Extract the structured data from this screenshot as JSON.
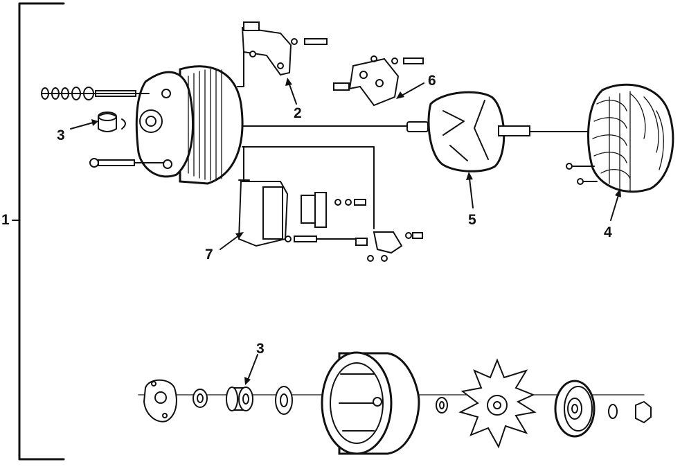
{
  "diagram": {
    "callouts": {
      "assembly": "1",
      "brush_holder_bracket": "2",
      "bearing_upper": "3",
      "bearing_lower": "3",
      "stator": "4",
      "rotor": "5",
      "rectifier_bridge": "6",
      "regulator": "7"
    }
  }
}
